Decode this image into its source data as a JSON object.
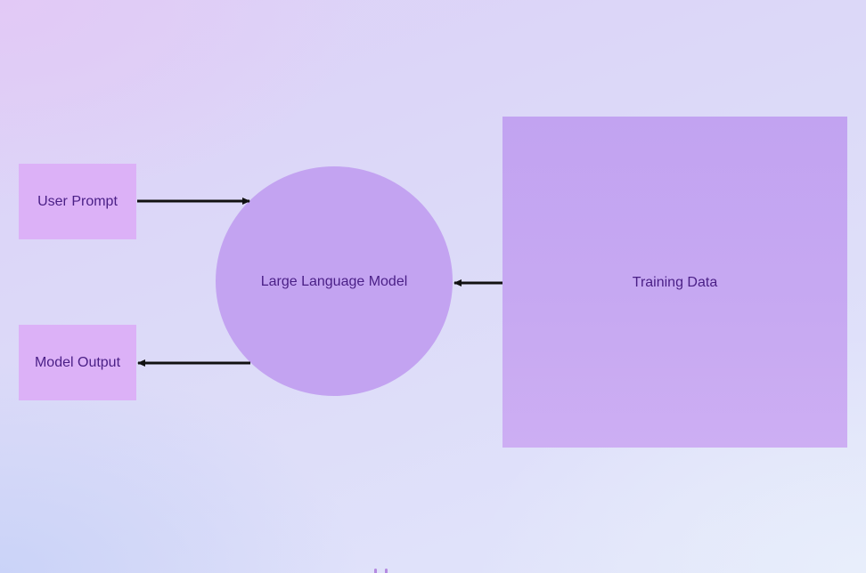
{
  "diagram": {
    "nodes": {
      "user_prompt": "User Prompt",
      "model_output": "Model Output",
      "llm": "Large Language Model",
      "training_data": "Training Data"
    },
    "edges": [
      {
        "from": "User Prompt",
        "to": "Large Language Model"
      },
      {
        "from": "Large Language Model",
        "to": "Model Output"
      },
      {
        "from": "Training Data",
        "to": "Large Language Model"
      }
    ],
    "colors": {
      "small_box": "#dcb1f7",
      "llm_circle": "#c3a3f1",
      "training_box": "#c4a5f1",
      "text": "#4a1f86",
      "arrow": "#111111"
    }
  }
}
